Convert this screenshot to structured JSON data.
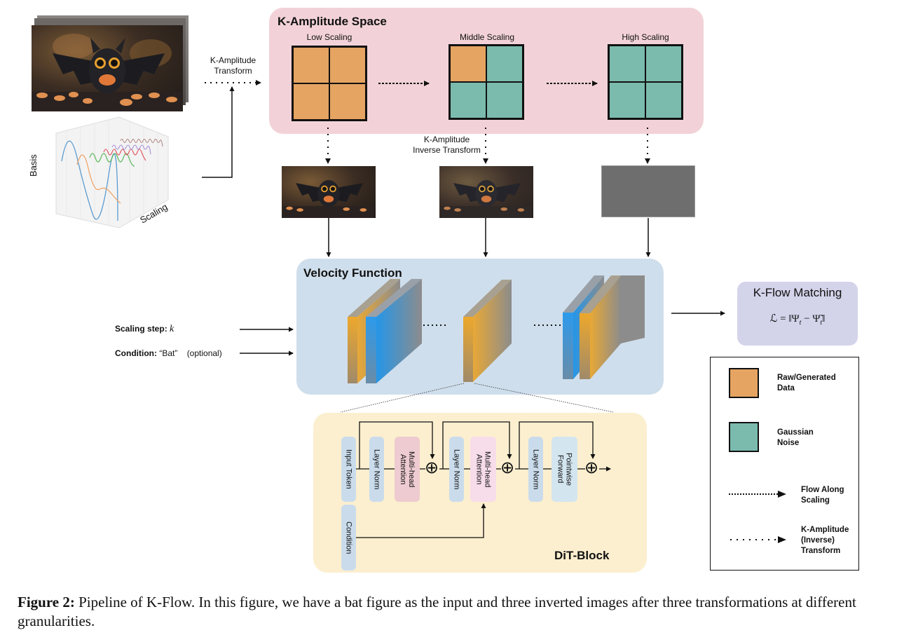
{
  "colors": {
    "raw_data": "#E5A462",
    "gaussian_noise": "#7BBBAE",
    "k_amplitude_space_bg": "#F2D2D8",
    "velocity_bg": "#CFDEEC",
    "kflow_bg": "#D3D3EA",
    "dit_bg": "#FCEFCF",
    "layer_norm": "#CADCEC",
    "mha1": "#EDCBD0",
    "mha2": "#F7DCEA",
    "pointwise": "#D3E5EF",
    "inverted_high": "#6E6E6E"
  },
  "input": {
    "image_alt": "bat figure",
    "basis_label": "Basis",
    "scaling_label": "Scaling",
    "transform_label_line1": "K-Amplitude",
    "transform_label_line2": "Transform"
  },
  "k_amplitude_space": {
    "title": "K-Amplitude Space",
    "stages": [
      {
        "label": "Low Scaling",
        "cells": [
          "raw",
          "raw",
          "raw",
          "raw"
        ]
      },
      {
        "label": "Middle Scaling",
        "cells": [
          "raw",
          "noise",
          "noise",
          "noise"
        ]
      },
      {
        "label": "High Scaling",
        "cells": [
          "noise",
          "noise",
          "noise",
          "noise"
        ]
      }
    ],
    "inverse_label_line1": "K-Amplitude",
    "inverse_label_line2": "Inverse Transform"
  },
  "velocity": {
    "title": "Velocity Function",
    "scaling_step_label": "Scaling step:",
    "scaling_step_var": "k",
    "condition_label": "Condition:",
    "condition_value": "“Bat”",
    "condition_note": "(optional)"
  },
  "kflow": {
    "title": "K-Flow Matching",
    "formula": "ℒ = ‖Ψ",
    "formula_sub1": "t",
    "formula_mid": " − Ψ̃",
    "formula_sub2": "t",
    "formula_end": "‖"
  },
  "legend": {
    "items": [
      {
        "label": "Raw/Generated\nData"
      },
      {
        "label": "Gaussian\nNoise"
      },
      {
        "label": "Flow Along\nScaling"
      },
      {
        "label": "K-Amplitude\n(Inverse)\nTransform"
      }
    ]
  },
  "dit": {
    "title": "DiT-Block",
    "blocks": {
      "input_token": "Input Token",
      "condition": "Condition",
      "layer_norm_1": "Layer Norm",
      "mha_1": "Multi-head\nAttention",
      "layer_norm_2": "Layer Norm",
      "mha_2": "Multi-head\nAttention",
      "layer_norm_3": "Layer Norm",
      "pointwise": "Pointwise\nForward"
    },
    "add_symbol": "⊕"
  },
  "caption": {
    "label": "Figure 2:",
    "text": "Pipeline of K-Flow.  In this figure, we have a bat figure as the input and three inverted images after three transformations at different granularities."
  }
}
